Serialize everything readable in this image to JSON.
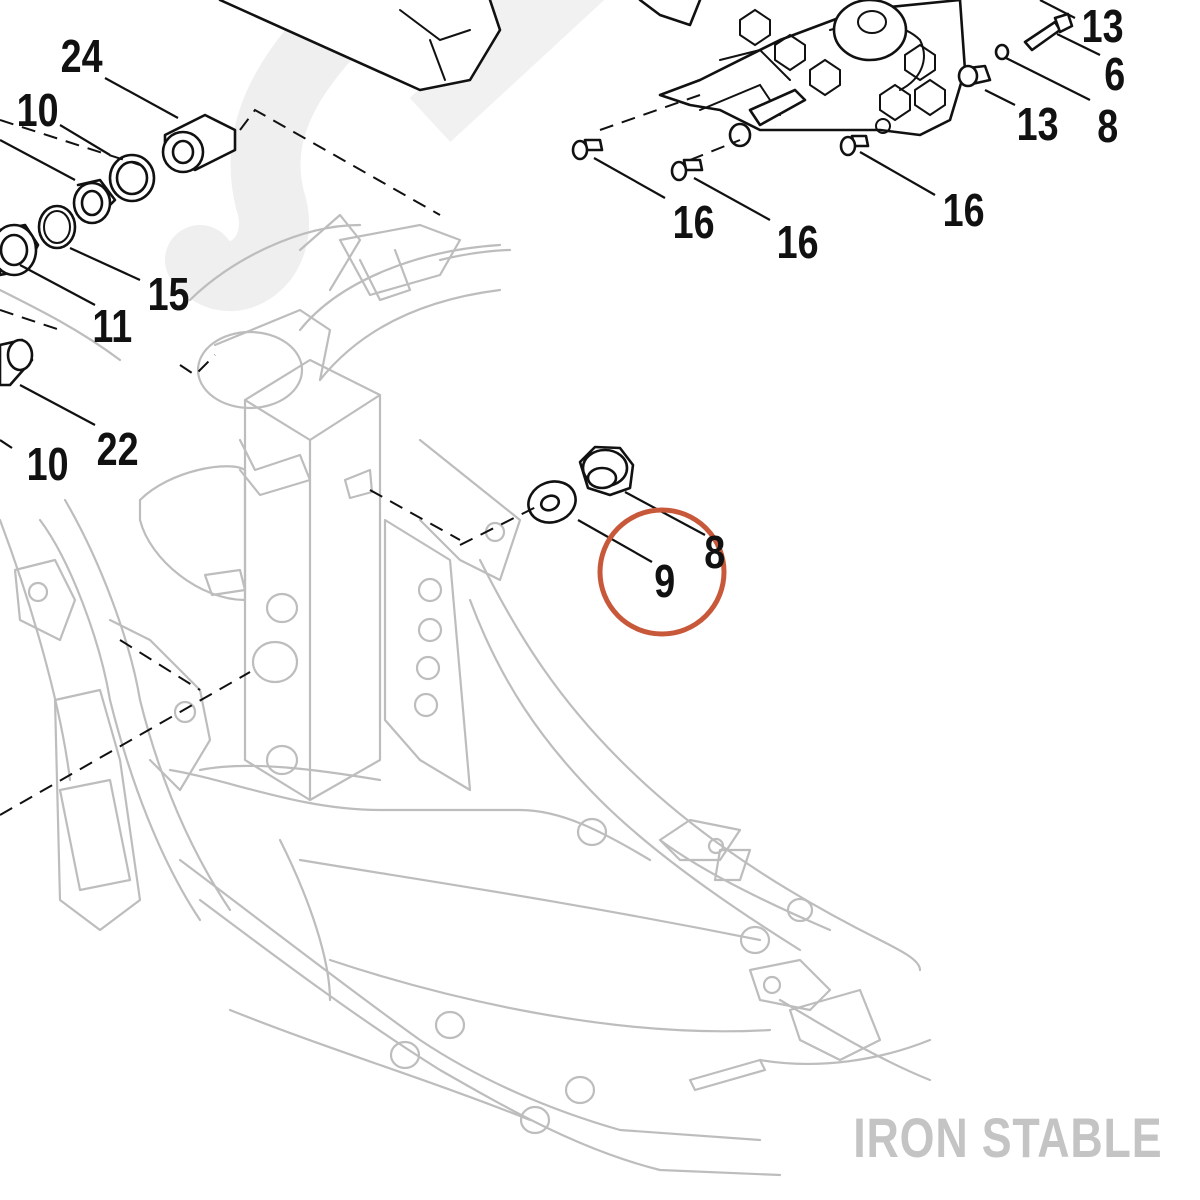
{
  "brand": "IRON STABLE",
  "highlight_color": "#c8583a",
  "callouts": {
    "c24": "24",
    "c10a": "10",
    "c15": "15",
    "c11": "11",
    "c22": "22",
    "c10b": "10",
    "c13a": "13",
    "c6": "6",
    "c13b": "13",
    "c8a": "8",
    "c16a": "16",
    "c16b": "16",
    "c16c": "16",
    "c8b": "8",
    "c9": "9"
  }
}
